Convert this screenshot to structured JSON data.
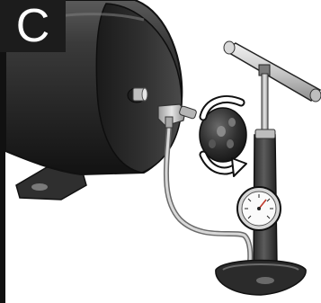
{
  "step": {
    "letter": "C"
  },
  "colors": {
    "badge": "#1c1c1c",
    "tank": "#2b2b2b",
    "outline": "#111111",
    "pump_body": "#3a3a3a",
    "hose": "#bdbdbd",
    "background": "#ffffff"
  },
  "icons": {
    "tank": "pressure-tank-illustration",
    "pump": "hand-pump-illustration",
    "gauge": "pressure-gauge-icon",
    "valve_cap": "valve-cap-icon",
    "rotate": "rotate-counterclockwise-icon"
  }
}
